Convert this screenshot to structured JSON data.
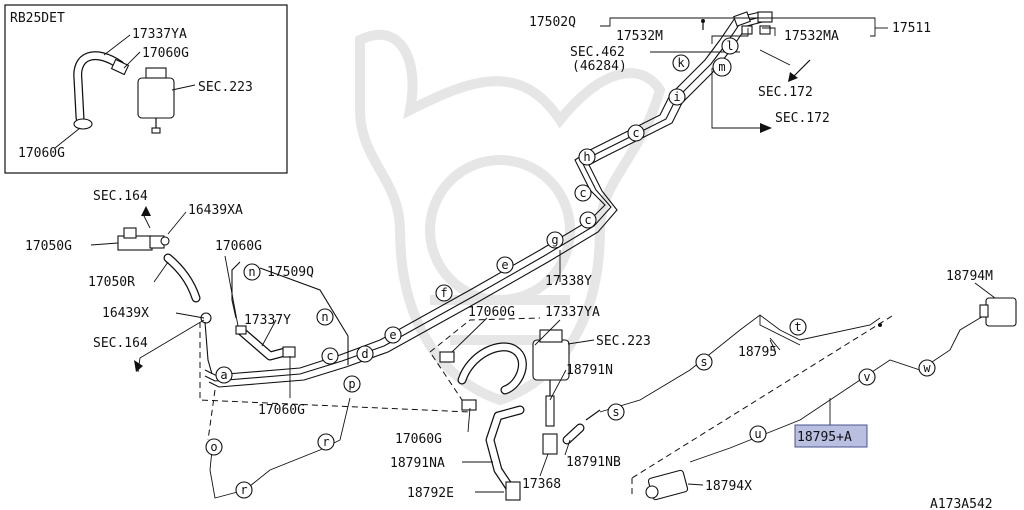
{
  "inset": {
    "title": "RB25DET",
    "labels": [
      "17337YA",
      "17060G",
      "SEC.223",
      "17060G"
    ]
  },
  "callouts": {
    "c17502Q": "17502Q",
    "c17532M": "17532M",
    "c17532MA": "17532MA",
    "c17511": "17511",
    "sec462": "SEC.462",
    "sec462sub": "(46284)",
    "sec172a": "SEC.172",
    "sec172b": "SEC.172",
    "sec164a": "SEC.164",
    "c16439XA": "16439XA",
    "c17050G": "17050G",
    "c17050R": "17050R",
    "c16439X": "16439X",
    "sec164b": "SEC.164",
    "c17060G_a": "17060G",
    "c17509Q": "17509Q",
    "c17337Y": "17337Y",
    "c17060G_b": "17060G",
    "c17338Y": "17338Y",
    "c17060G_c": "17060G",
    "c17337YA": "17337YA",
    "sec223": "SEC.223",
    "c18791N": "18791N",
    "c17060G_d": "17060G",
    "c18791NA": "18791NA",
    "c18791NB": "18791NB",
    "c17368": "17368",
    "c18792E": "18792E",
    "c18795": "18795",
    "c18795A": "18795+A",
    "c18794M": "18794M",
    "c18794X": "18794X",
    "code": "A173A542"
  },
  "bubbles": {
    "k": "k",
    "l": "l",
    "m": "m",
    "i": "i",
    "c1": "c",
    "h": "h",
    "c2": "c",
    "c3": "c",
    "g": "g",
    "e1": "e",
    "f": "f",
    "e2": "e",
    "d": "d",
    "c4": "c",
    "p": "p",
    "n1": "n",
    "n2": "n",
    "a": "a",
    "o": "o",
    "r1": "r",
    "r2": "r",
    "t": "t",
    "s1": "s",
    "s2": "s",
    "v": "v",
    "w": "w",
    "u": "u"
  },
  "highlight_color": "#b8bfe0"
}
